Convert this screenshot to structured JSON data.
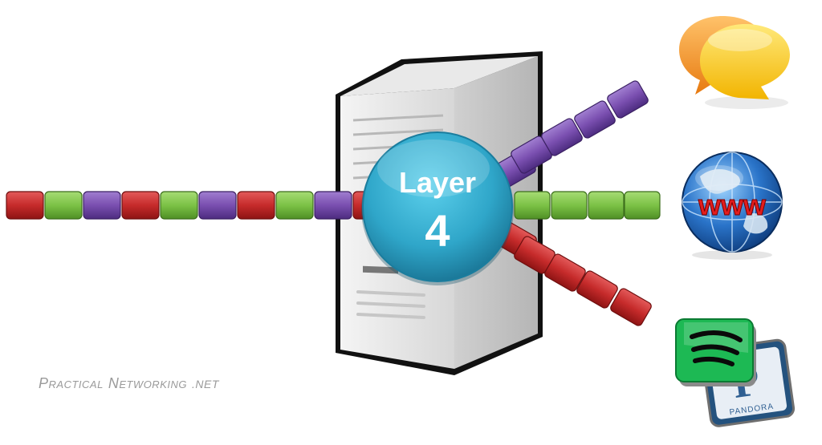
{
  "diagram": {
    "hub": {
      "line1": "Layer",
      "line2": "4"
    },
    "incoming_stream": [
      "red",
      "green",
      "purple",
      "red",
      "green",
      "purple",
      "red",
      "green",
      "purple",
      "red"
    ],
    "outgoing_streams": [
      {
        "name_icon": "chat-bubbles-icon",
        "color": "purple"
      },
      {
        "name_icon": "www-globe-icon",
        "color": "green"
      },
      {
        "name_icon": "spotify-pandora-icon",
        "color": "red"
      }
    ],
    "www_label": "www",
    "pandora_label": "PANDORA",
    "credit": {
      "p": "P",
      "ractical": "RACTICAL",
      "n": "N",
      "etworking": "ETWORKING",
      "net": ".NET"
    }
  },
  "colors": {
    "red": "#c62b2b",
    "green": "#7cc246",
    "purple": "#7a4fb0",
    "hub": "#2fa6c9",
    "credit_text": "#9a9a9a"
  }
}
